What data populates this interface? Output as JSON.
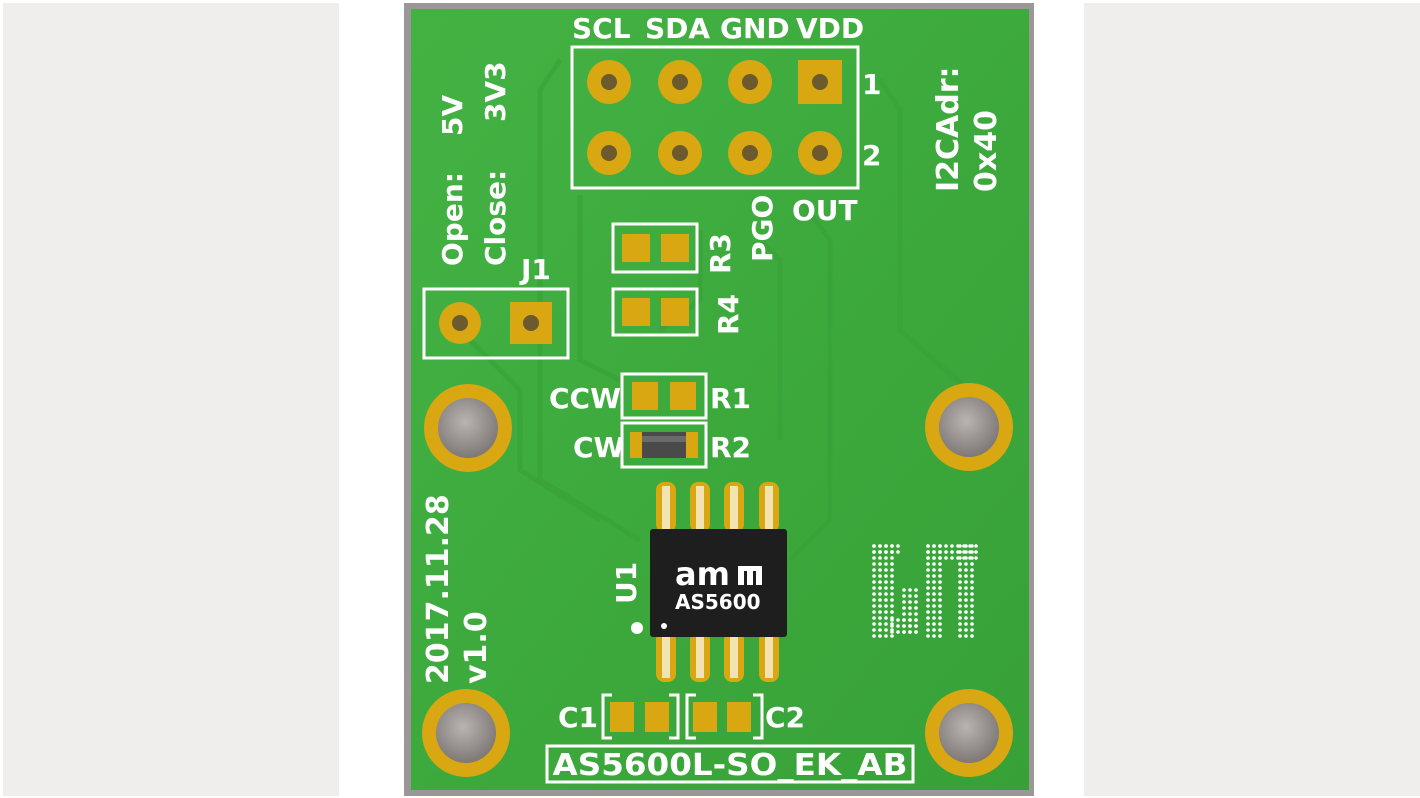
{
  "board": {
    "name": "AS5600L-SO_EK_AB",
    "date": "2017.11.28",
    "version": "v1.0",
    "colors": {
      "pcb": "#3dab3d",
      "pad": "#d8a712",
      "silkscreen": "#ffffff",
      "chip": "#1e1e1e"
    }
  },
  "header": {
    "pins_top": [
      "SCL",
      "SDA",
      "GND",
      "VDD"
    ],
    "row1": "1",
    "row2": "2",
    "pgo": "PGO",
    "out": "OUT"
  },
  "jumper": {
    "ref": "J1",
    "open_label": "Open:",
    "open_value": "5V",
    "close_label": "Close:",
    "close_value": "3V3"
  },
  "i2c": {
    "label": "I2CAdr:",
    "value": "0x40"
  },
  "resistors": {
    "r1": "R1",
    "r2": "R2",
    "r3": "R3",
    "r4": "R4",
    "ccw": "CCW",
    "cw": "CW"
  },
  "capacitors": {
    "c1": "C1",
    "c2": "C2"
  },
  "chip": {
    "ref": "U1",
    "brand": "am",
    "part": "AS5600"
  },
  "icons": [
    "mounting-hole-icon",
    "ams-logo-icon",
    "dot-pattern-logo-icon"
  ]
}
